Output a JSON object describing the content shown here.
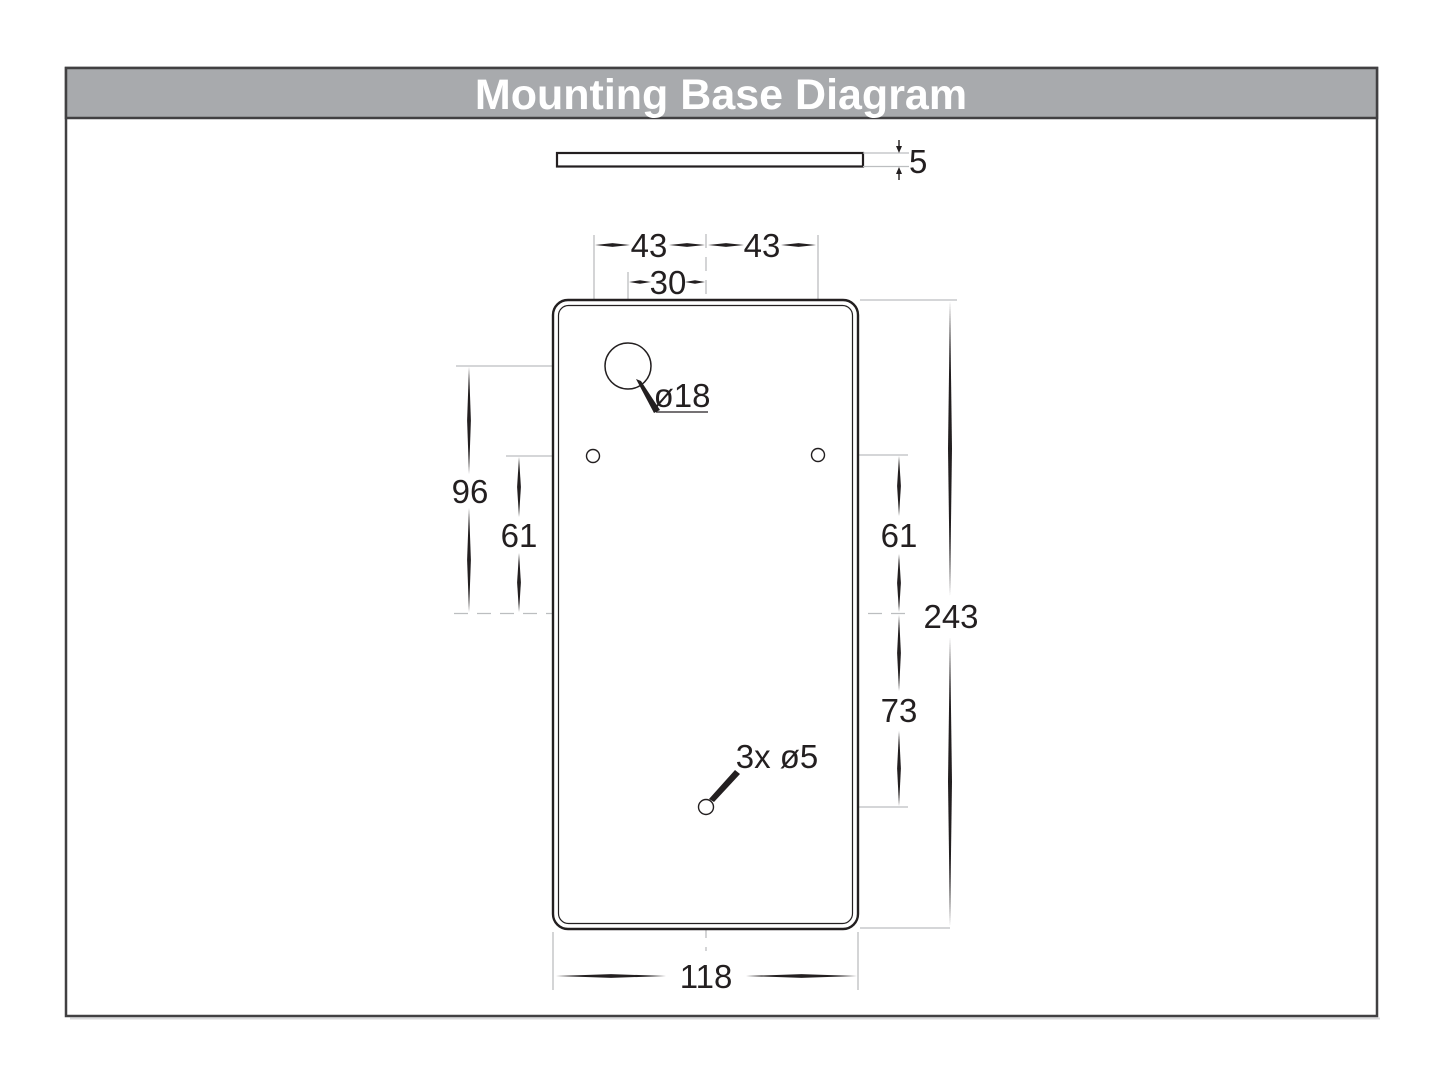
{
  "header": {
    "title": "Mounting Base Diagram"
  },
  "colors": {
    "header_bg": "#a8aaad",
    "frame_border": "#414042",
    "line_dark": "#231f20",
    "line_light": "#bcbec0",
    "title_text": "#ffffff",
    "dim_text": "#231f20"
  },
  "side_view": {
    "thickness_label": "5"
  },
  "plan": {
    "dim_43_left": "43",
    "dim_43_right": "43",
    "dim_30": "30",
    "dim_96": "96",
    "dim_61_left": "61",
    "dim_61_right": "61",
    "dim_243": "243",
    "dim_73": "73",
    "dim_118": "118",
    "label_hole_18": "ø18",
    "label_holes_5": "3x ø5"
  }
}
